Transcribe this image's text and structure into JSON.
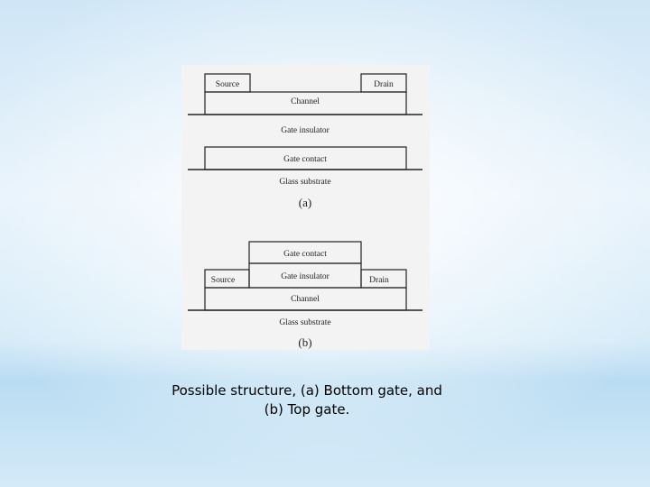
{
  "diagram_a": {
    "source": "Source",
    "drain": "Drain",
    "channel": "Channel",
    "gate_insulator": "Gate insulator",
    "gate_contact": "Gate contact",
    "substrate": "Glass substrate",
    "label": "(a)"
  },
  "diagram_b": {
    "gate_contact": "Gate contact",
    "gate_insulator": "Gate insulator",
    "source": "Source",
    "drain": "Drain",
    "channel": "Channel",
    "substrate": "Glass substrate",
    "label": "(b)"
  },
  "caption": {
    "line1": "Possible structure, (a) Bottom gate, and",
    "line2": "(b) Top gate."
  }
}
